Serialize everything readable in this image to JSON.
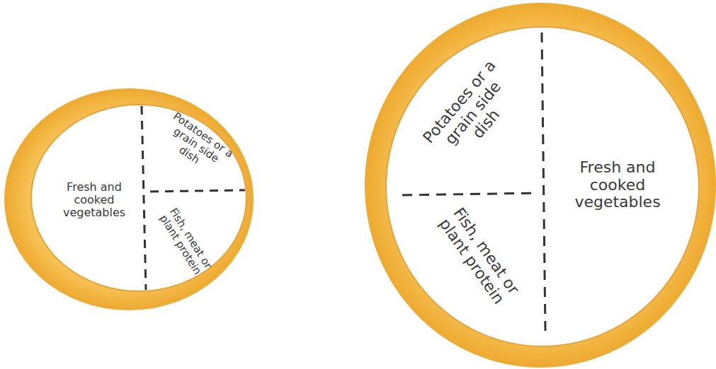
{
  "diagram": {
    "nodes": [
      {
        "text": [
          "Fresh and cooked vegetables"
        ]
      },
      {
        "text": [
          "Potatoes or a grain side dish"
        ]
      },
      {
        "text": [
          "Fish, meat or plant protein"
        ]
      },
      {
        "text": [
          "Potatoes or a grain side dish"
        ]
      },
      {
        "text": [
          "Fresh and cooked vegetables"
        ]
      },
      {
        "text": [
          "Fish, meat or plant protein"
        ]
      }
    ]
  }
}
